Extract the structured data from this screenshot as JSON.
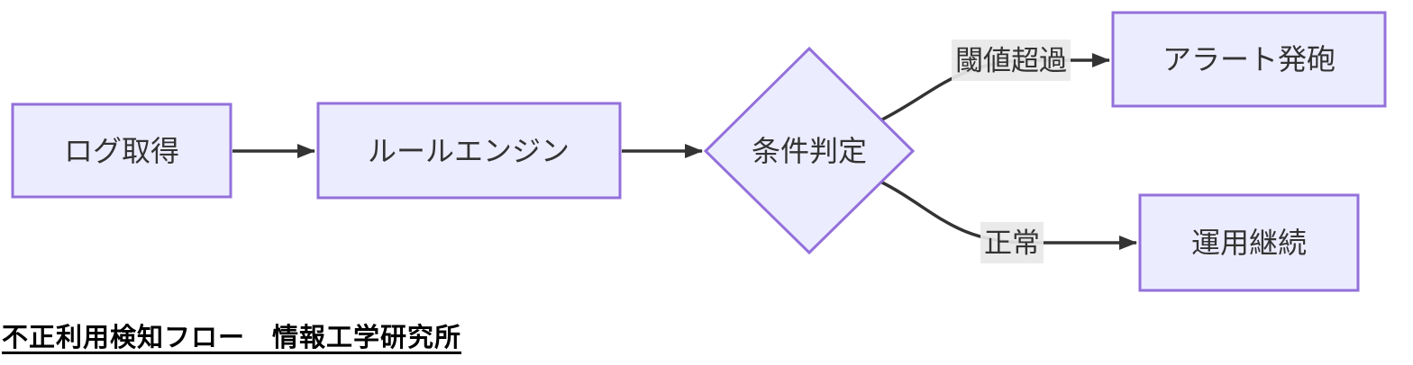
{
  "diagram": {
    "type": "flowchart-LR",
    "nodes": [
      {
        "id": "log",
        "shape": "rect",
        "label": "ログ取得"
      },
      {
        "id": "engine",
        "shape": "rect",
        "label": "ルールエンジン"
      },
      {
        "id": "decision",
        "shape": "diamond",
        "label": "条件判定"
      },
      {
        "id": "alert",
        "shape": "rect",
        "label": "アラート発砲"
      },
      {
        "id": "continue",
        "shape": "rect",
        "label": "運用継続"
      }
    ],
    "edges": [
      {
        "from": "log",
        "to": "engine",
        "label": ""
      },
      {
        "from": "engine",
        "to": "decision",
        "label": ""
      },
      {
        "from": "decision",
        "to": "alert",
        "label": "閾値超過"
      },
      {
        "from": "decision",
        "to": "continue",
        "label": "正常"
      }
    ],
    "caption": "不正利用検知フロー　情報工学研究所",
    "colors": {
      "node_fill": "#ECECFF",
      "node_border": "#9370DB",
      "edge_line": "#333333",
      "edge_label_bg": "#e8e8e8",
      "text": "#333333",
      "caption_text": "#000000",
      "background": "#ffffff"
    }
  }
}
